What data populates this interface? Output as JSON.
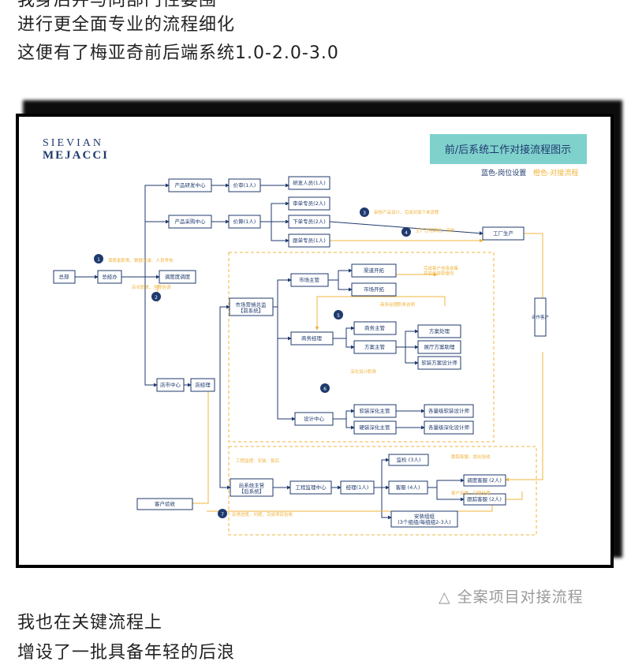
{
  "article": {
    "partial_top": "我身后并与同部门性要围",
    "line1": "进行更全面专业的流程细化",
    "line2": "这便有了梅亚奇前后端系统1.0-2.0-3.0",
    "caption": "全案项目对接流程",
    "line3": "我也在关键流程上",
    "line4": "增设了一批具备年轻的后浪"
  },
  "diagram": {
    "logo_line1": "SIEVIAN",
    "logo_line2": "MEJACCI",
    "title": "前/后系统工作对接流程图示",
    "legend_blue": "蓝色-岗位设置",
    "legend_orange": "橙色-对接流程",
    "boxes": {
      "ceo": "总部",
      "gm": "总经办",
      "dispatch": "调度度调度",
      "prod_dev": "产品研发中心",
      "prod_purchase": "产品采购中心",
      "review1": "价审(1人)",
      "review2": "价算(1人)",
      "rd_staff": "研发人员(1人)",
      "audit_spec": "审单专员(2人)",
      "order_spec": "下单专员(2人)",
      "follow_spec": "跟单专员(1人)",
      "factory": "工厂生产",
      "marketing": "市场营销总监\n【前系统】",
      "market_mgr": "市场主管",
      "channel_dev": "渠道开拓",
      "market_dev": "市场开拓",
      "biz_mgr": "商务经理",
      "biz_supervisor": "商务主管",
      "plan_supervisor": "方案主管",
      "plan_handle": "方案处理",
      "display_plan": "展厅方案助理",
      "plan_design": "软装方案设计师",
      "design_center": "设计中心",
      "soft_deep": "软装深化主管",
      "hard_deep": "硬装深化主管",
      "soft_deep_designer": "各量级软装设计师",
      "hard_deep_designer": "各量级深化设计师",
      "store_center": "店市中心",
      "store_mgr": "店经理",
      "after_director": "后系统主管\n【后系统】",
      "engineering": "工程监理中心",
      "manager1": "经理(1人)",
      "supervise": "监检 (3人)",
      "service": "客服 (4人)",
      "install": "安装组组\n(3个组组/每组组2-3人)",
      "dispatch_service": "调度客服 (2人)",
      "tracking_service": "跟踪客服 (2人)",
      "customer_accept": "客户验收",
      "project_cs": "合作客户"
    },
    "notes": {
      "n1": "调度者职责、数据记录、人员考核",
      "n2": "审核产品设计、完成对接下单流程",
      "n3": "生产过程跟进、审核",
      "n4": "店长职责、全程协调",
      "n5": "完成客户信息收集\n并初步获取意向",
      "n6": "工程监理、安装、售后",
      "n7": "商务经理职责说明",
      "n8": "深化设计职责",
      "n9": "跟踪客服、提出验收",
      "n10": "客户反馈、问题处理",
      "n11": "反馈进度、问题、完成项目验收"
    },
    "badges": [
      "1",
      "2",
      "3",
      "4",
      "5",
      "6",
      "7"
    ],
    "colors": {
      "navy": "#1f3a6e",
      "orange": "#f0b43c",
      "teal": "#7fd1cc",
      "badge": "#1e3a6e"
    }
  }
}
